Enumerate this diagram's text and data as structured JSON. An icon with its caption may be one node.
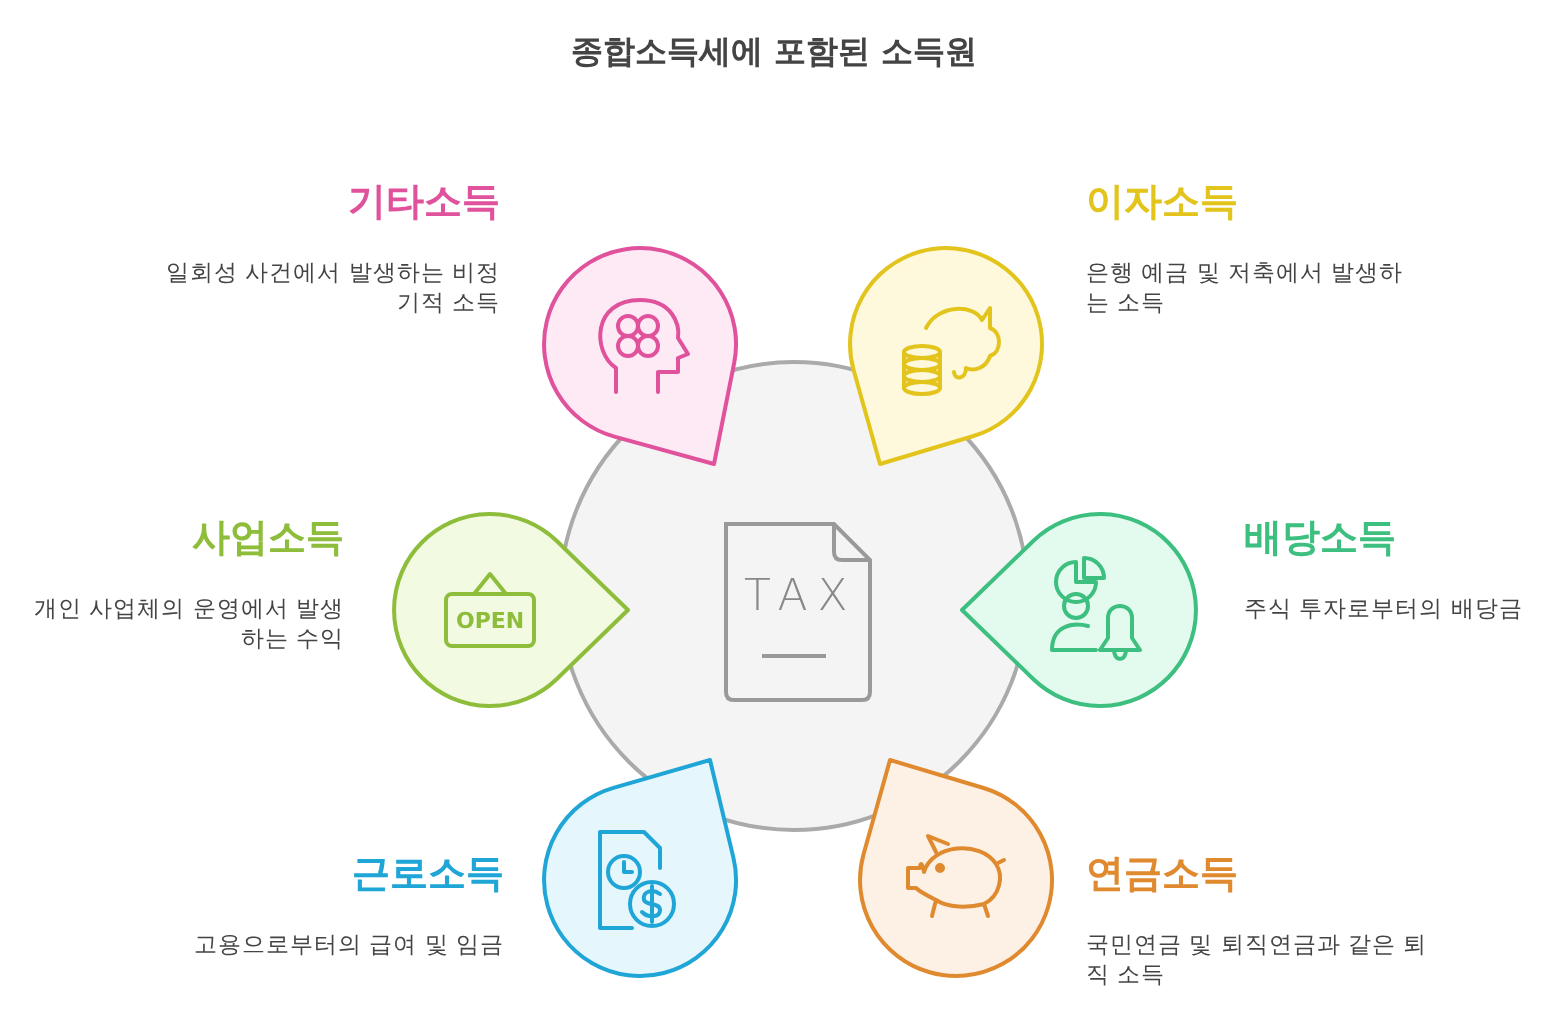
{
  "diagram": {
    "title": "종합소득세에 포함된 소득원",
    "nodes": [
      {
        "text": [
          "TAX"
        ]
      },
      {
        "text": [
          "기타소득",
          "일회성 사건에서 발생하는 비정기적 소득"
        ]
      },
      {
        "text": [
          "이자소득",
          "은행 예금 및 저축에서 발생하는 소득"
        ]
      },
      {
        "text": [
          "사업소득",
          "개인 사업체의 운영에서 발생하는 수익",
          "OPEN"
        ]
      },
      {
        "text": [
          "배당소득",
          "주식 투자로부터의 배당금"
        ]
      },
      {
        "text": [
          "근로소득",
          "고용으로부터의 급여 및 임금"
        ]
      },
      {
        "text": [
          "연금소득",
          "국민연금 및 퇴직연금과 같은 퇴직 소득"
        ]
      }
    ]
  }
}
